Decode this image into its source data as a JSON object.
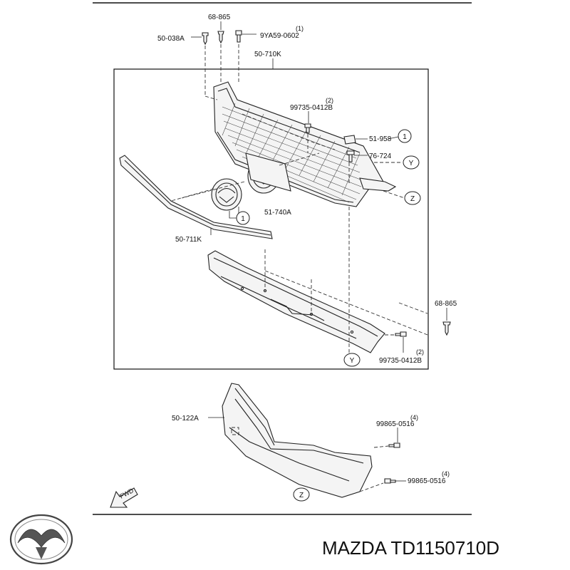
{
  "parts": {
    "p_68_865_top": "68-865",
    "p_50_038a": "50-038A",
    "p_9ya59": "9YA59-0602",
    "p_9ya59_q": "(1)",
    "p_50_710k": "50-710K",
    "p_99735_top": "99735-0412B",
    "p_99735_top_q": "(2)",
    "p_51_958": "51-958",
    "p_76_724": "76-724",
    "p_51_740a": "51-740A",
    "p_50_711k": "50-711K",
    "p_68_865_right": "68-865",
    "p_99735_bottom": "99735-0412B",
    "p_99735_bottom_q": "(2)",
    "p_50_122a": "50-122A",
    "p_99865_a": "99865-0516",
    "p_99865_a_q": "(4)",
    "p_99865_b": "99865-0516",
    "p_99865_b_q": "(4)"
  },
  "markers": {
    "one_a": "1",
    "one_b": "1",
    "y_top": "Y",
    "y_bottom": "Y",
    "z_top": "Z",
    "z_bottom": "Z"
  },
  "fwd_label": "FWD",
  "footer": {
    "title": "MAZDA TD1150710D",
    "logo_icon": "mazda-logo-icon"
  }
}
